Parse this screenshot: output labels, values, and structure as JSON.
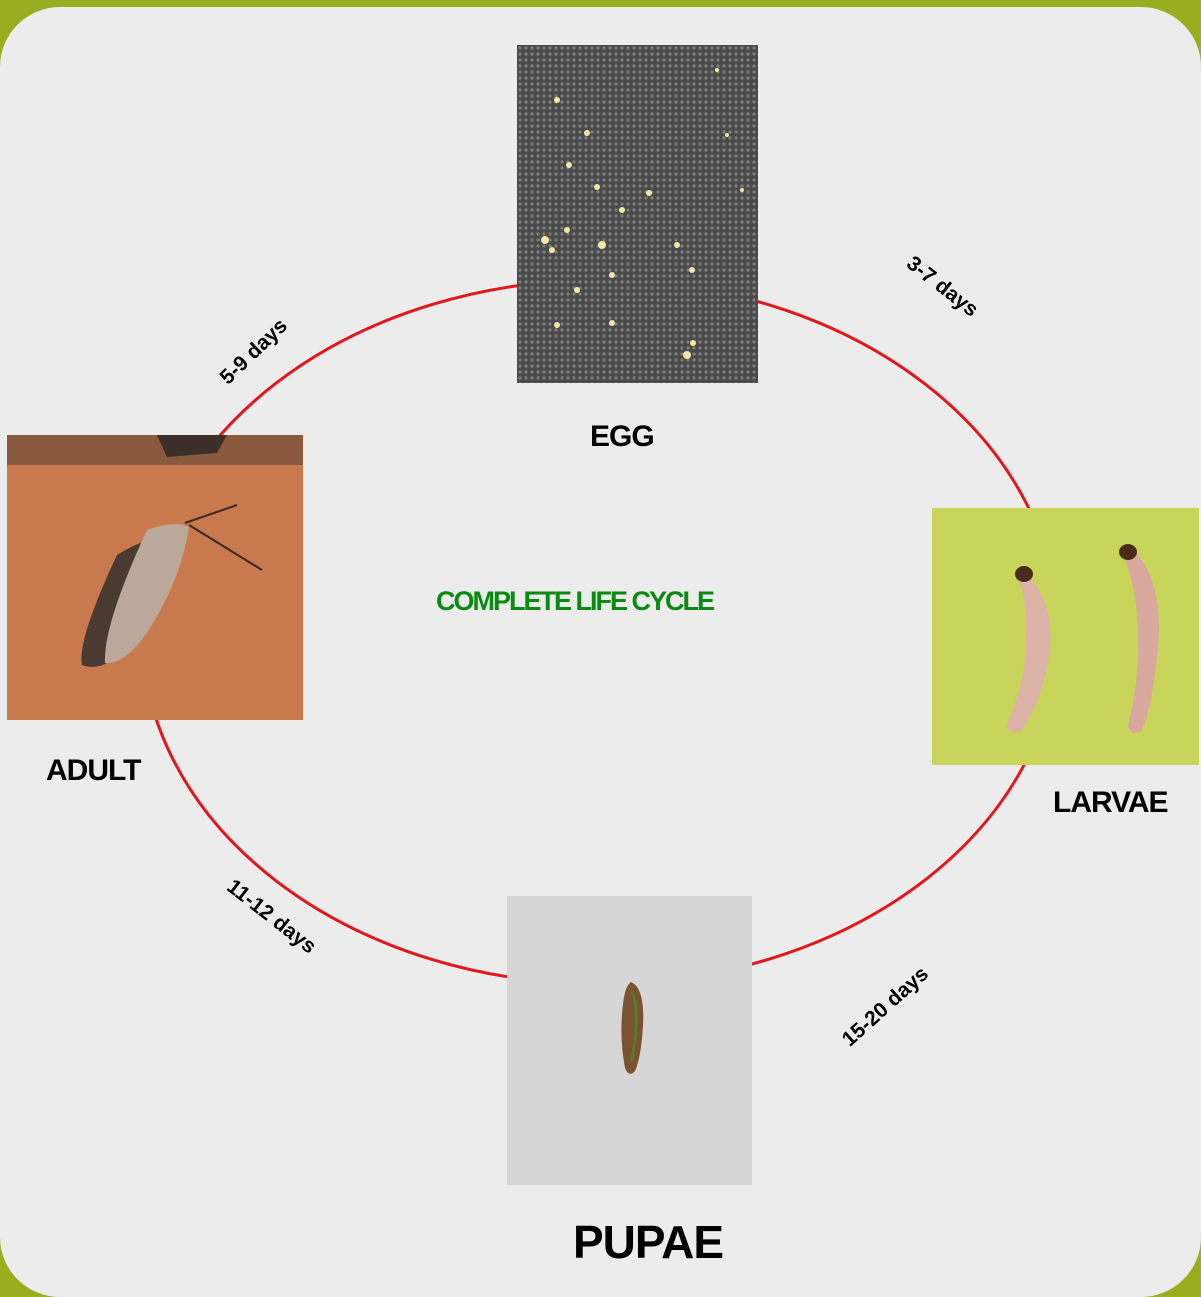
{
  "diagram": {
    "center_title": "COMPLETE LIFE CYCLE",
    "center_title_color": "#0b8a12",
    "cycle_line_color": "#e3171b",
    "frame_color": "#99ad20",
    "background_color": "#ececec",
    "stages": {
      "egg": {
        "label": "EGG",
        "photo": "eggs-on-mesh-photo"
      },
      "larvae": {
        "label": "LARVAE",
        "photo": "larvae-photo"
      },
      "pupae": {
        "label": "PUPAE",
        "photo": "pupa-photo"
      },
      "adult": {
        "label": "ADULT",
        "photo": "adult-moth-photo"
      }
    },
    "durations": {
      "egg_to_larvae": "3-7 days",
      "larvae_to_pupae": "15-20 days",
      "pupae_to_adult": "11-12 days",
      "adult_to_egg": "5-9 days"
    }
  }
}
